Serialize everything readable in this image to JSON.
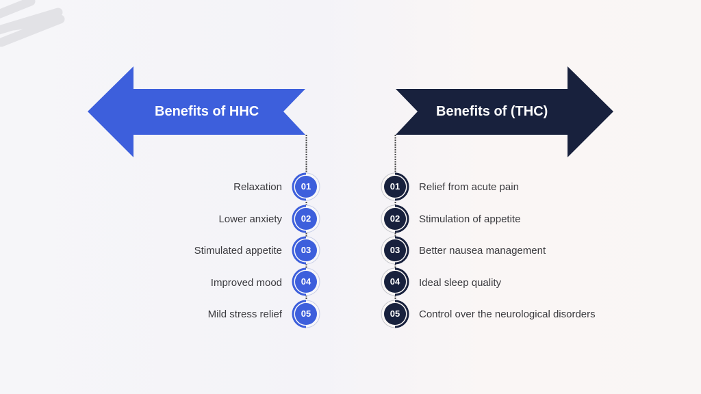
{
  "colors": {
    "hhc_blue": "#3d5fdc",
    "thc_navy": "#18213d",
    "label_text": "#3a3a3e",
    "dotted_line": "#444444",
    "scribble": "#e2e2e6"
  },
  "left_panel": {
    "title": "Benefits of HHC",
    "arrow_direction": "left",
    "items": [
      {
        "number": "01",
        "label": "Relaxation"
      },
      {
        "number": "02",
        "label": "Lower anxiety"
      },
      {
        "number": "03",
        "label": "Stimulated appetite"
      },
      {
        "number": "04",
        "label": "Improved mood"
      },
      {
        "number": "05",
        "label": "Mild stress relief"
      }
    ]
  },
  "right_panel": {
    "title": "Benefits of (THC)",
    "arrow_direction": "right",
    "items": [
      {
        "number": "01",
        "label": "Relief from acute pain"
      },
      {
        "number": "02",
        "label": "Stimulation of appetite"
      },
      {
        "number": "03",
        "label": "Better nausea management"
      },
      {
        "number": "04",
        "label": "Ideal sleep quality"
      },
      {
        "number": "05",
        "label": "Control over the neurological disorders"
      }
    ]
  }
}
